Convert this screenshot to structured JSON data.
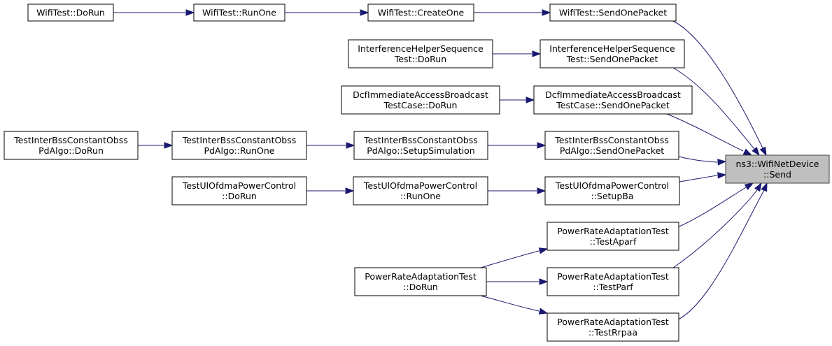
{
  "graph": {
    "target": "send",
    "nodes": {
      "wt-dorun": [
        "WifiTest::DoRun"
      ],
      "wt-runone": [
        "WifiTest::RunOne"
      ],
      "wt-createone": [
        "WifiTest::CreateOne"
      ],
      "wt-sendonepacket": [
        "WifiTest::SendOnePacket"
      ],
      "ihs-dorun": [
        "InterferenceHelperSequence",
        "Test::DoRun"
      ],
      "ihs-sendonepacket": [
        "InterferenceHelperSequence",
        "Test::SendOnePacket"
      ],
      "dcf-dorun": [
        "DcfImmediateAccessBroadcast",
        "TestCase::DoRun"
      ],
      "dcf-sendonepacket": [
        "DcfImmediateAccessBroadcast",
        "TestCase::SendOnePacket"
      ],
      "tib-dorun": [
        "TestInterBssConstantObss",
        "PdAlgo::DoRun"
      ],
      "tib-runone": [
        "TestInterBssConstantObss",
        "PdAlgo::RunOne"
      ],
      "tib-setupsimulation": [
        "TestInterBssConstantObss",
        "PdAlgo::SetupSimulation"
      ],
      "tib-sendonepacket": [
        "TestInterBssConstantObss",
        "PdAlgo::SendOnePacket"
      ],
      "ulo-dorun": [
        "TestUlOfdmaPowerControl",
        "::DoRun"
      ],
      "ulo-runone": [
        "TestUlOfdmaPowerControl",
        "::RunOne"
      ],
      "ulo-setupba": [
        "TestUlOfdmaPowerControl",
        "::SetupBa"
      ],
      "pra-dorun": [
        "PowerRateAdaptationTest",
        "::DoRun"
      ],
      "pra-testaparf": [
        "PowerRateAdaptationTest",
        "::TestAparf"
      ],
      "pra-testparf": [
        "PowerRateAdaptationTest",
        "::TestParf"
      ],
      "pra-testrrpaa": [
        "PowerRateAdaptationTest",
        "::TestRrpaa"
      ],
      "send": [
        "ns3::WifiNetDevice",
        "::Send"
      ]
    },
    "edges": [
      [
        "wt-dorun",
        "wt-runone"
      ],
      [
        "wt-runone",
        "wt-createone"
      ],
      [
        "wt-createone",
        "wt-sendonepacket"
      ],
      [
        "wt-sendonepacket",
        "send"
      ],
      [
        "ihs-dorun",
        "ihs-sendonepacket"
      ],
      [
        "ihs-sendonepacket",
        "send"
      ],
      [
        "dcf-dorun",
        "dcf-sendonepacket"
      ],
      [
        "dcf-sendonepacket",
        "send"
      ],
      [
        "tib-dorun",
        "tib-runone"
      ],
      [
        "tib-runone",
        "tib-setupsimulation"
      ],
      [
        "tib-setupsimulation",
        "tib-sendonepacket"
      ],
      [
        "tib-sendonepacket",
        "send"
      ],
      [
        "ulo-dorun",
        "ulo-runone"
      ],
      [
        "ulo-runone",
        "ulo-setupba"
      ],
      [
        "ulo-setupba",
        "send"
      ],
      [
        "pra-dorun",
        "pra-testaparf"
      ],
      [
        "pra-dorun",
        "pra-testparf"
      ],
      [
        "pra-dorun",
        "pra-testrrpaa"
      ],
      [
        "pra-testaparf",
        "send"
      ],
      [
        "pra-testparf",
        "send"
      ],
      [
        "pra-testrrpaa",
        "send"
      ]
    ],
    "colors": {
      "edge": "#191970",
      "node_border": "#000000",
      "target_fill": "#bfbfbf",
      "target_border": "#404040"
    }
  }
}
